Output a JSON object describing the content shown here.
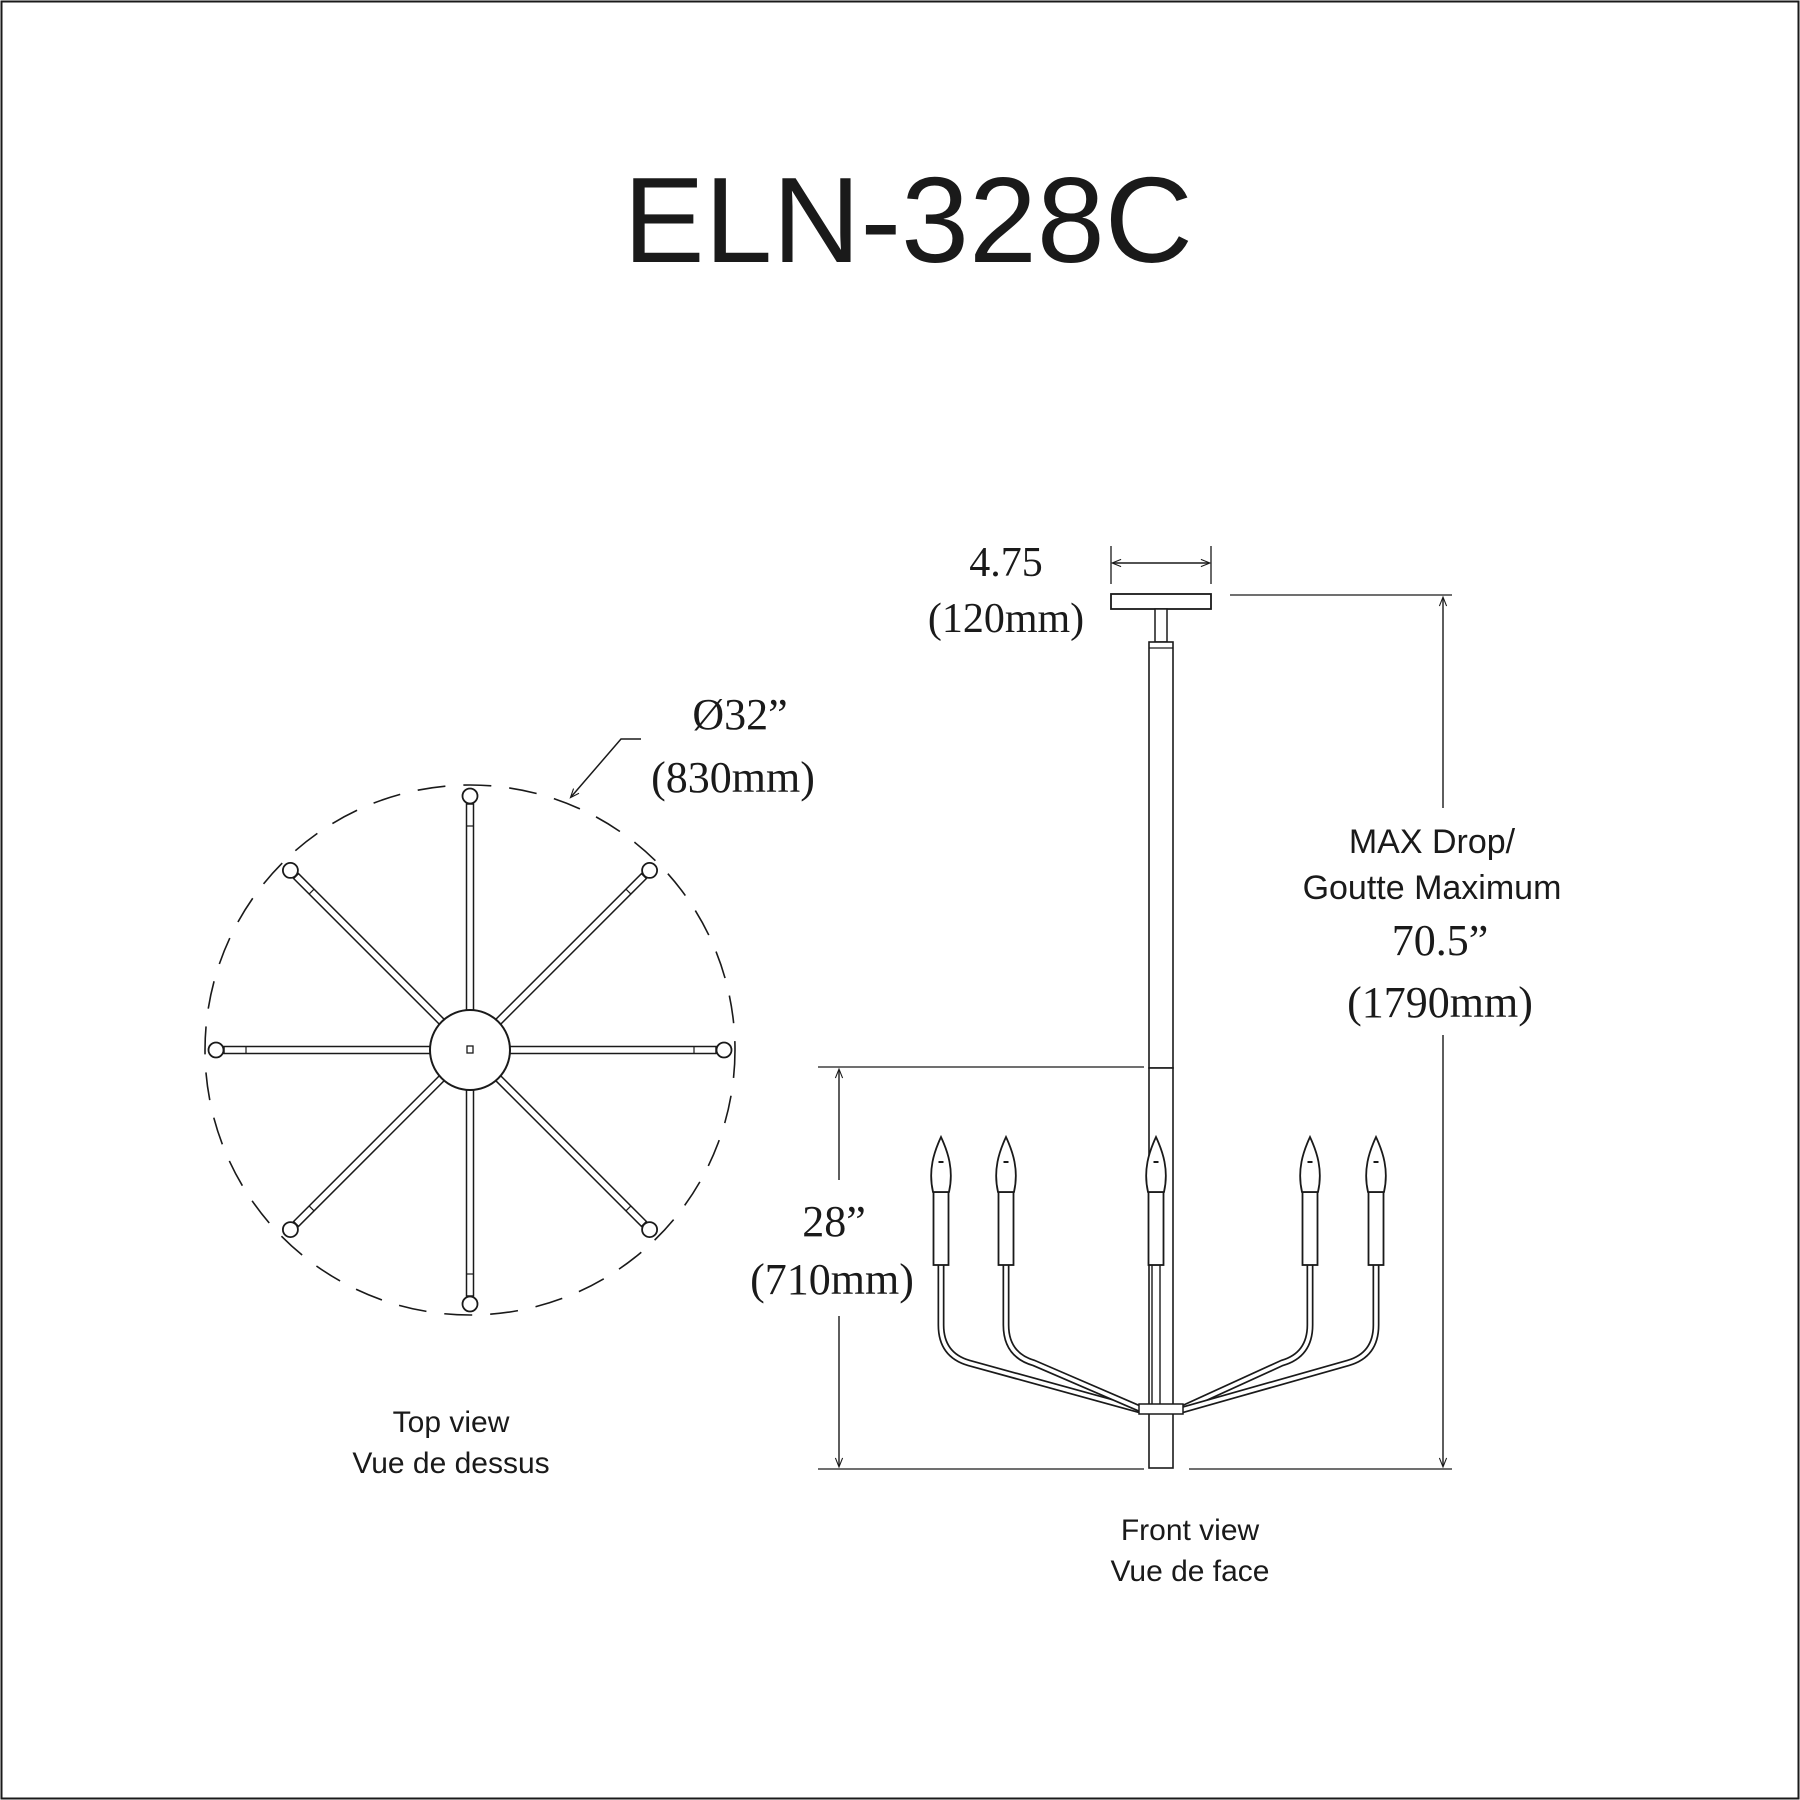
{
  "title": "ELN-328C",
  "top_view": {
    "diameter_in": "Ø32”",
    "diameter_mm": "(830mm)",
    "caption_en": "Top view",
    "caption_fr": "Vue de dessus"
  },
  "front_view": {
    "canopy_in": "4.75",
    "canopy_mm": "(120mm)",
    "drop_label_en": "MAX Drop/",
    "drop_label_fr": "Goutte Maximum",
    "drop_in": "70.5”",
    "drop_mm": "(1790mm)",
    "height_in": "28”",
    "height_mm": "(710mm)",
    "caption_en": "Front view",
    "caption_fr": "Vue de face"
  },
  "colors": {
    "line": "#1a1a1a",
    "background": "#ffffff"
  }
}
